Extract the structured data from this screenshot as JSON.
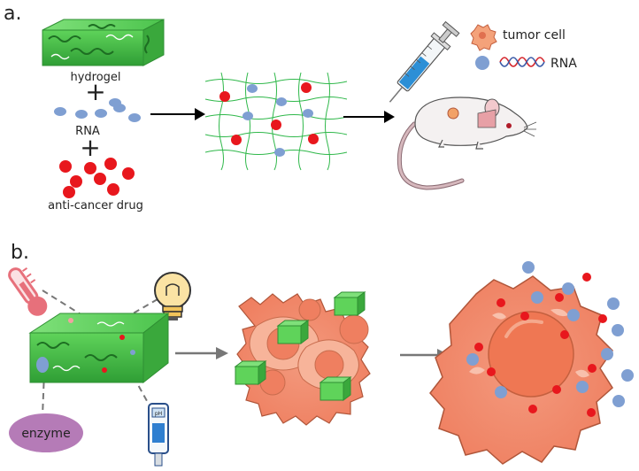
{
  "panel_a": {
    "label": "a.",
    "hydrogel_label": "hydrogel",
    "plus_sign": "+",
    "rna_label": "RNA",
    "drug_label": "anti-cancer drug",
    "legend": {
      "tumor_cell_label": "tumor cell",
      "rna_label": "RNA"
    }
  },
  "panel_b": {
    "label": "b.",
    "enzyme_label": "enzyme",
    "ph_meter_text": "pH"
  },
  "colors": {
    "hydrogel_green": "#3fbf3f",
    "rna_blue": "#7f9fd2",
    "drug_red": "#e8171d",
    "tumor_orange": "#f08a6a",
    "enzyme_purple": "#b57bb7",
    "thermometer_pink": "#e7707b",
    "network_green": "#2fb84a"
  },
  "icons": [
    "thermometer-icon",
    "lightbulb-icon",
    "ph-meter-icon",
    "syringe-icon",
    "mouse-icon",
    "tumor-cell-icon",
    "rna-strand-icon"
  ]
}
